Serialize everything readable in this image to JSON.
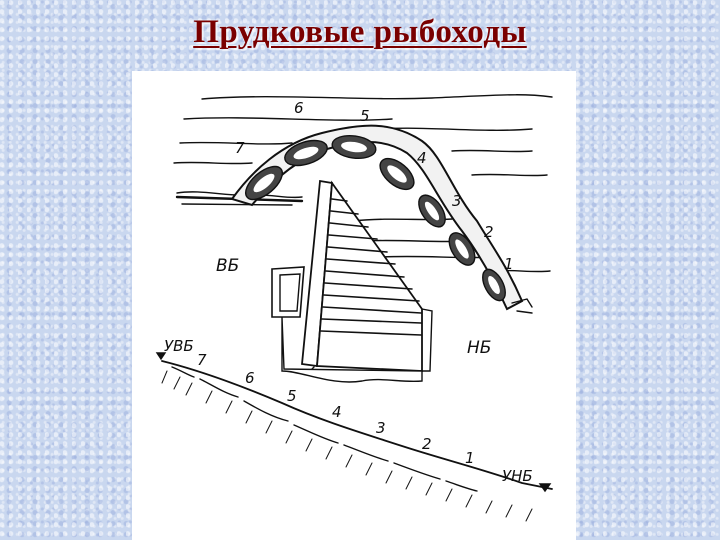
{
  "title": "Прудковые рыбоходы",
  "diagram": {
    "top_view": {
      "numbers": [
        "1",
        "2",
        "3",
        "4",
        "5",
        "6",
        "7"
      ],
      "upstream_label": "ВБ",
      "downstream_label": "НБ"
    },
    "profile": {
      "numbers": [
        "1",
        "2",
        "3",
        "4",
        "5",
        "6",
        "7"
      ],
      "upstream_level_label": "УВБ",
      "downstream_level_label": "УНБ"
    }
  }
}
